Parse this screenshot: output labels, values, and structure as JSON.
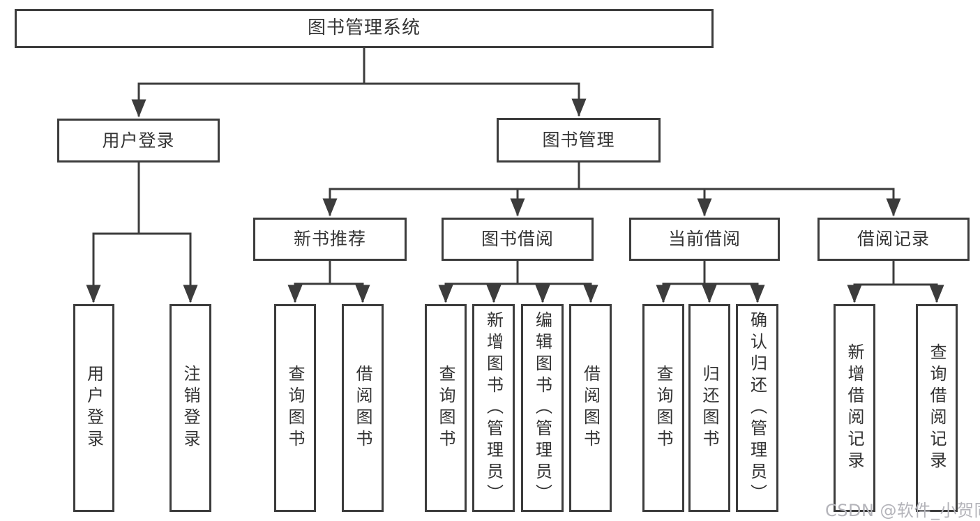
{
  "diagram": {
    "title": "图书管理系统",
    "children": [
      {
        "label": "用户登录",
        "children": [
          {
            "label": "用户登录"
          },
          {
            "label": "注销登录"
          }
        ]
      },
      {
        "label": "图书管理",
        "children": [
          {
            "label": "新书推荐",
            "children": [
              {
                "label": "查询图书"
              },
              {
                "label": "借阅图书"
              }
            ]
          },
          {
            "label": "图书借阅",
            "children": [
              {
                "label": "查询图书"
              },
              {
                "label": "新增图书（管理员）"
              },
              {
                "label": "编辑图书（管理员）"
              },
              {
                "label": "借阅图书"
              }
            ]
          },
          {
            "label": "当前借阅",
            "children": [
              {
                "label": "查询图书"
              },
              {
                "label": "归还图书"
              },
              {
                "label": "确认归还（管理员）"
              }
            ]
          },
          {
            "label": "借阅记录",
            "children": [
              {
                "label": "新增借阅记录"
              },
              {
                "label": "查询借阅记录"
              }
            ]
          }
        ]
      }
    ]
  },
  "watermark": {
    "text": "CSDN @软件_小贺同学",
    "color": "#b4b4ba"
  },
  "colors": {
    "line": "#3c3c3c",
    "text": "#333333",
    "background": "#ffffff"
  }
}
